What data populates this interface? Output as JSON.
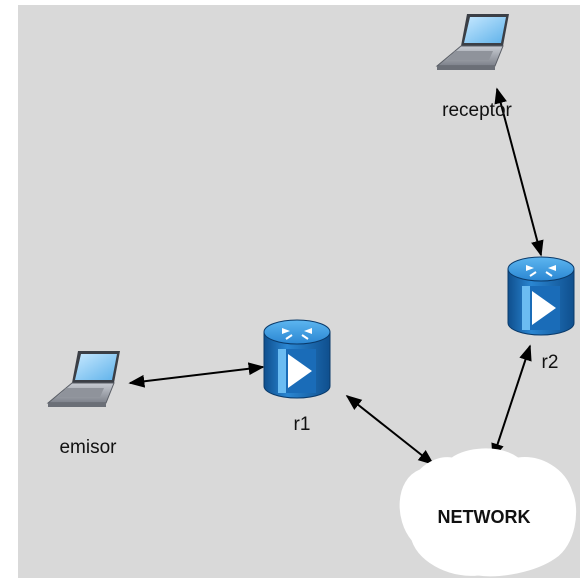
{
  "diagram": {
    "background_color": "#d9d9d9",
    "nodes": {
      "receptor": {
        "label": "receptor",
        "kind": "laptop",
        "icon": "laptop-icon"
      },
      "emisor": {
        "label": "emisor",
        "kind": "laptop",
        "icon": "laptop-icon"
      },
      "r1": {
        "label": "r1",
        "kind": "router",
        "icon": "router-icon"
      },
      "r2": {
        "label": "r2",
        "kind": "router",
        "icon": "router-icon"
      },
      "network": {
        "label": "NETWORK",
        "kind": "cloud",
        "icon": "cloud-icon"
      }
    },
    "links": [
      {
        "from": "receptor",
        "to": "r2",
        "bidirectional": true
      },
      {
        "from": "emisor",
        "to": "r1",
        "bidirectional": true
      },
      {
        "from": "r1",
        "to": "network",
        "bidirectional": true
      },
      {
        "from": "r2",
        "to": "network",
        "bidirectional": true
      }
    ],
    "colors": {
      "router_body": "#1c6fb8",
      "router_top": "#3a9ae0",
      "router_panel": "#5ab0ee",
      "laptop_screen": "#8ecdf5",
      "laptop_body": "#a9adb6",
      "link": "#000000",
      "cloud": "#ffffff"
    }
  }
}
